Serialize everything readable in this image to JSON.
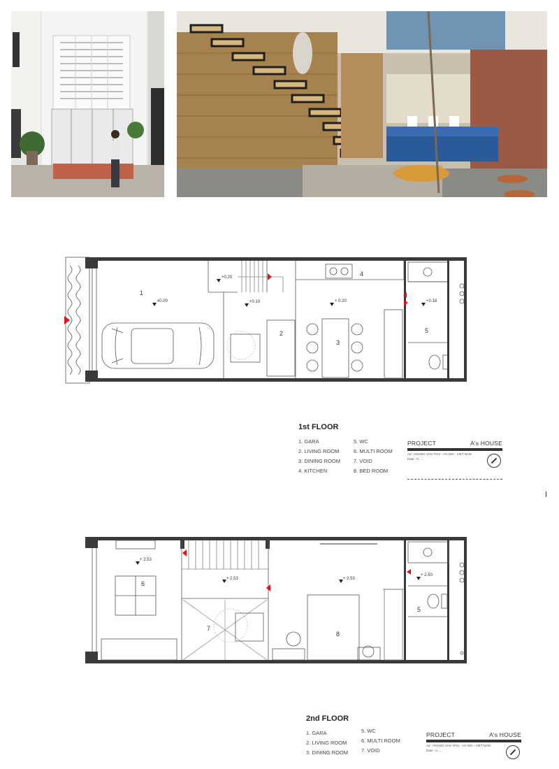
{
  "floor1": {
    "room_numbers": [
      "1",
      "2",
      "3",
      "4",
      "5"
    ],
    "levels": [
      "±0.00",
      "+0.20",
      "+0.10",
      "+ 0.20",
      "+0.18"
    ],
    "legend_title": "1st FLOOR",
    "legend_col1": [
      "1. GARA",
      "2. LIVING ROOM",
      "3. DINING ROOM",
      "4. KITCHEN"
    ],
    "legend_col2": [
      "5. WC",
      "6. MULTI ROOM",
      "7. VOID",
      "8. BED ROOM"
    ],
    "tb_project": "PROJECT",
    "tb_name": "A's HOUSE",
    "tb_address": "Ad :   HOANG VAN THAI - HA NOI - VIET NAM",
    "tb_date": "Date :   0......"
  },
  "floor2": {
    "room_numbers": [
      "6",
      "7",
      "8",
      "5"
    ],
    "levels": [
      "+ 2.53",
      "+ 2.53",
      "+ 2.53",
      "+ 2.50"
    ],
    "legend_title": "2nd FLOOR",
    "legend_col1": [
      "1. GARA",
      "2. LIVING ROOM",
      "3. DINING ROOM"
    ],
    "legend_col2": [
      "5. WC",
      "6. MULTI ROOM",
      "7. VOID"
    ],
    "tb_project": "PROJECT",
    "tb_name": "A's HOUSE",
    "tb_address": "Ad :   HOANG VAN THAI - HA NOI - VIET NAM",
    "tb_date": "Date :   0......"
  },
  "colors": {
    "wall": "#3a3a3a",
    "marker": "#e0101c",
    "line": "#555555"
  }
}
